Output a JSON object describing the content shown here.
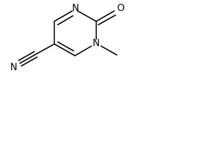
{
  "molecule": {
    "atoms": {
      "n3": "N",
      "o2": "O",
      "n1": "N",
      "cyano_n": "N"
    }
  }
}
